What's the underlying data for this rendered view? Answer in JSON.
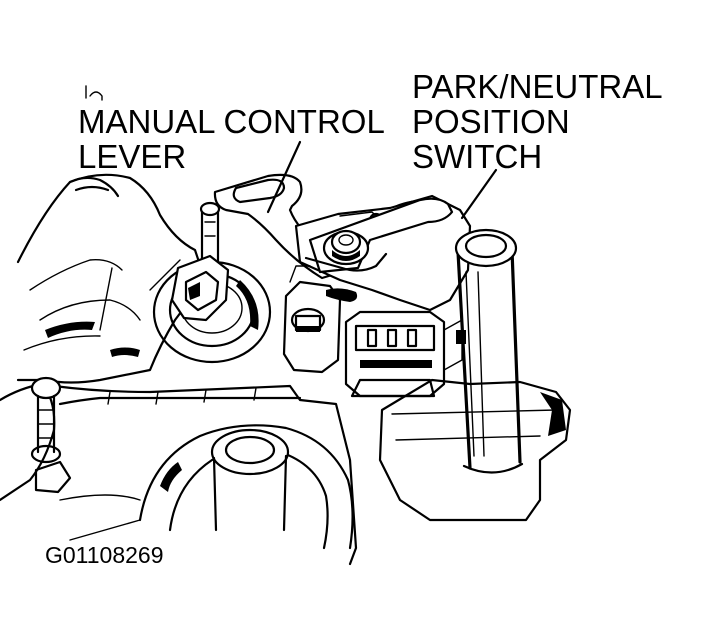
{
  "labels": {
    "manual_control_lever": [
      "MANUAL CONTROL",
      "LEVER"
    ],
    "park_neutral_switch": [
      "PARK/NEUTRAL",
      "POSITION",
      "SWITCH"
    ],
    "figure_id": "G01108269"
  },
  "colors": {
    "ink": "#000000",
    "paper": "#ffffff"
  }
}
